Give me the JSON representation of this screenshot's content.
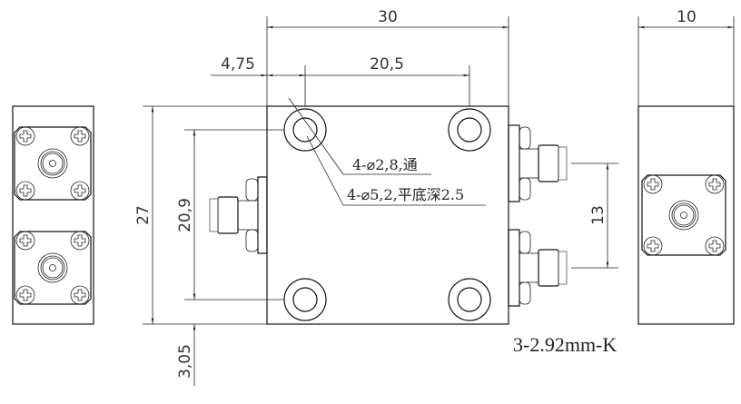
{
  "dimensions": {
    "overall_width": "30",
    "side_width": "10",
    "hole_offset_x": "4,75",
    "hole_spacing_x": "20,5",
    "overall_height": "27",
    "hole_spacing_y": "20,9",
    "hole_offset_y": "3,05",
    "port_spacing": "13"
  },
  "notes": {
    "through_hole": "4-⌀2,8,通",
    "counterbore": "4-⌀5,2,平底深2.5"
  },
  "connector_label": "3-2.92mm-K"
}
